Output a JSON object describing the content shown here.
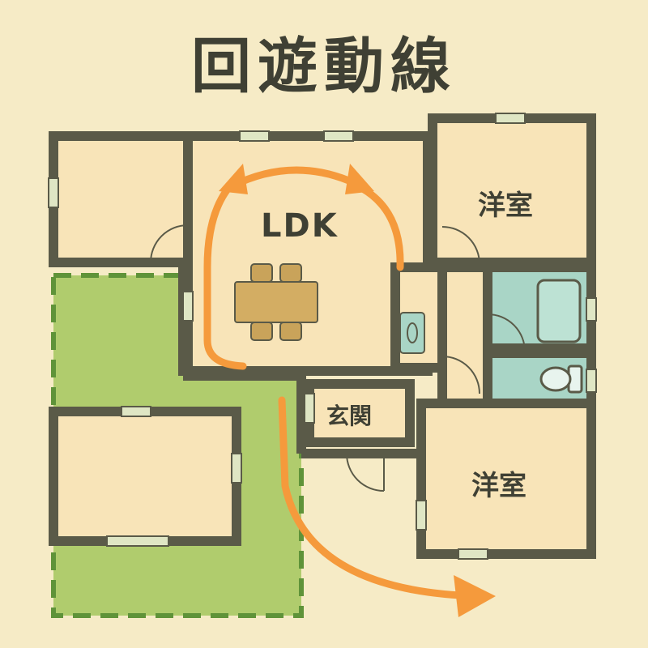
{
  "title": "回遊動線",
  "rooms": {
    "ldk": "LDK",
    "bedroom_upper": "洋室",
    "bedroom_lower": "洋室",
    "entrance": "玄関"
  },
  "colors": {
    "background": "#f6ebc6",
    "room_floor": "#f8e4b8",
    "wall": "#5a5a48",
    "wall_fill": "#6b6b55",
    "garden": "#a9c964",
    "garden_border": "#4f8a2a",
    "circulation_arrow": "#f59a3c",
    "bath_fixture": "#a9d5c6",
    "table": "#c9a35a",
    "window": "#dfe6c4"
  },
  "icons": [
    "dining-table-icon",
    "bathtub-icon",
    "toilet-icon",
    "washbasin-icon",
    "door-swing-icon",
    "arrow-head-icon"
  ]
}
